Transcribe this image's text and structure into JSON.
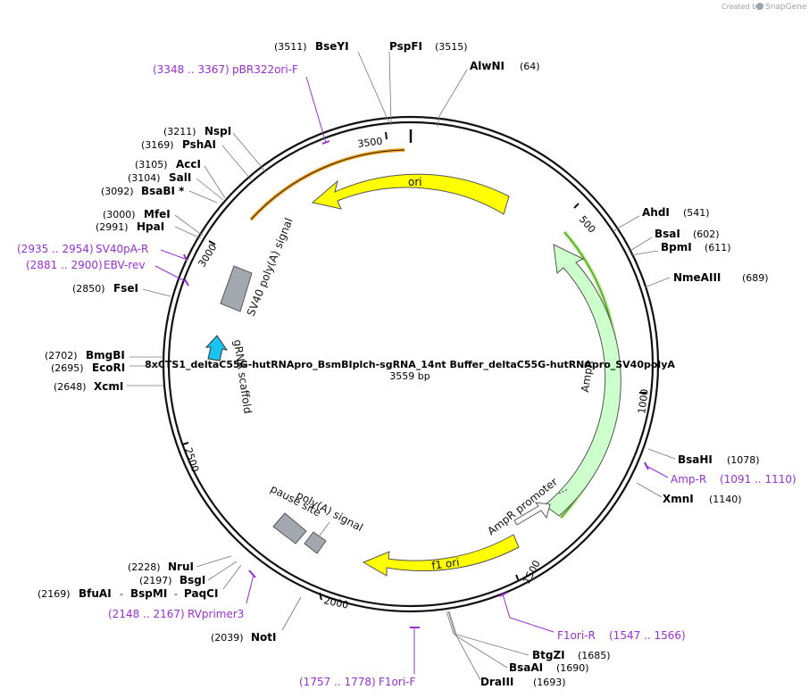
{
  "credit": {
    "prefix": "Created by",
    "brand": "SnapGene"
  },
  "plasmid": {
    "name": "8xCTS1_deltaC55G-hutRNApro_BsmBIplch-sgRNA_14nt Buffer_deltaC55G-hutRNApro_SV40polyA",
    "size_label": "3559 bp"
  },
  "ticks": [
    "500",
    "1000",
    "1500",
    "2000",
    "2500",
    "3000",
    "3500"
  ],
  "features": {
    "ori": "ori",
    "ampr": "AmpR",
    "ampr_promoter": "AmpR promoter",
    "f1_ori": "f1 ori",
    "polya_signal": "poly(A) signal",
    "pause_site": "pause site",
    "sv40_polya": "SV40 poly(A) signal",
    "grna_scaffold": "gRNA scaffold"
  },
  "sites": [
    {
      "name": "BseYI",
      "pos": "(3511)"
    },
    {
      "name": "PspFI",
      "pos": "(3515)"
    },
    {
      "name": "AlwNI",
      "pos": "(64)"
    },
    {
      "name": "AhdI",
      "pos": "(541)"
    },
    {
      "name": "BsaI",
      "pos": "(602)"
    },
    {
      "name": "BpmI",
      "pos": "(611)"
    },
    {
      "name": "NmeAIII",
      "pos": "(689)"
    },
    {
      "name": "BsaHI",
      "pos": "(1078)"
    },
    {
      "name": "XmnI",
      "pos": "(1140)"
    },
    {
      "name": "BtgZI",
      "pos": "(1685)"
    },
    {
      "name": "BsaAI",
      "pos": "(1690)"
    },
    {
      "name": "DraIII",
      "pos": "(1693)"
    },
    {
      "name": "NotI",
      "pos": "(2039)"
    },
    {
      "name": "BfuAI",
      "pos": "(2169)"
    },
    {
      "name": "BsgI",
      "pos": "(2197)"
    },
    {
      "name": "NruI",
      "pos": "(2228)"
    },
    {
      "name": "XcmI",
      "pos": "(2648)"
    },
    {
      "name": "EcoRI",
      "pos": "(2695)"
    },
    {
      "name": "BmgBI",
      "pos": "(2702)"
    },
    {
      "name": "FseI",
      "pos": "(2850)"
    },
    {
      "name": "HpaI",
      "pos": "(2991)"
    },
    {
      "name": "MfeI",
      "pos": "(3000)"
    },
    {
      "name": "BsaBI *",
      "pos": "(3092)"
    },
    {
      "name": "SalI",
      "pos": "(3104)"
    },
    {
      "name": "AccI",
      "pos": "(3105)"
    },
    {
      "name": "PshAI",
      "pos": "(3169)"
    },
    {
      "name": "NspI",
      "pos": "(3211)"
    }
  ],
  "bfuai_group": {
    "sep1": "-",
    "name2": "BspMI",
    "sep2": "-",
    "name3": "PaqCI"
  },
  "primers": [
    {
      "name": "pBR322ori-F",
      "range": "(3348 .. 3367)"
    },
    {
      "name": "SV40pA-R",
      "range": "(2935 .. 2954)"
    },
    {
      "name": "EBV-rev",
      "range": "(2881 .. 2900)"
    },
    {
      "name": "Amp-R",
      "range": "(1091 .. 1110)"
    },
    {
      "name": "F1ori-R",
      "range": "(1547 .. 1566)"
    },
    {
      "name": "F1ori-F",
      "range": "(1757 .. 1778)"
    },
    {
      "name": "RVprimer3",
      "range": "(2148 .. 2167)"
    }
  ],
  "colors": {
    "ori": "#ffff00",
    "ampr": "#ccffcc",
    "f1_ori": "#ffff00",
    "terminator": "#a3a8b0",
    "grna": "#19c3f0",
    "primer": "#9a2fd6",
    "ori_highlight": "#f6a623",
    "ampr_highlight": "#44aa22"
  }
}
